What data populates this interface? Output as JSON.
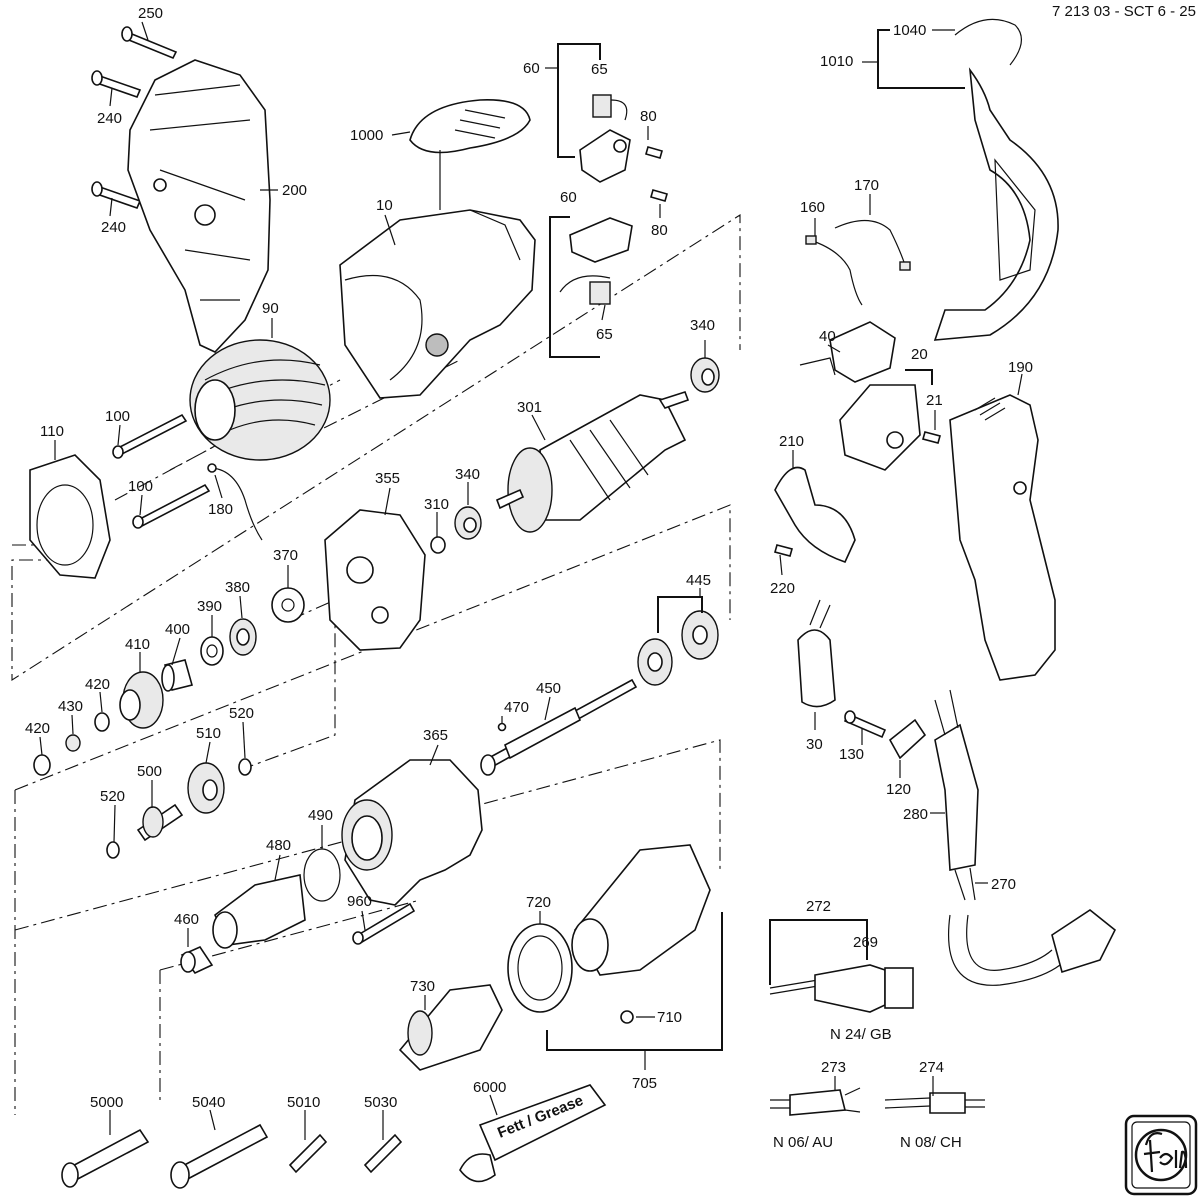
{
  "drawing_number": "7 213 03 - SCT 6 - 25",
  "brand_logo": "fein-logo",
  "tube_label": "Fett / Grease",
  "plug_variants": {
    "gb": "N 24/ GB",
    "au": "N 06/ AU",
    "ch": "N 08/ CH"
  },
  "part_numbers": {
    "p250": "250",
    "p240a": "240",
    "p240b": "240",
    "p200": "200",
    "p1000": "1000",
    "p10": "10",
    "p60a": "60",
    "p65a": "65",
    "p80a": "80",
    "p80b": "80",
    "p60b": "60",
    "p65b": "65",
    "p1040": "1040",
    "p1010": "1010",
    "p160": "160",
    "p170": "170",
    "p40": "40",
    "p20": "20",
    "p21": "21",
    "p190": "190",
    "p210": "210",
    "p220": "220",
    "p90": "90",
    "p100a": "100",
    "p100b": "100",
    "p110": "110",
    "p180": "180",
    "p340a": "340",
    "p301": "301",
    "p340b": "340",
    "p355": "355",
    "p310": "310",
    "p370": "370",
    "p380": "380",
    "p390": "390",
    "p400": "400",
    "p410": "410",
    "p420a": "420",
    "p430": "430",
    "p420b": "420",
    "p445": "445",
    "p450": "450",
    "p470": "470",
    "p520a": "520",
    "p510": "510",
    "p500": "500",
    "p520b": "520",
    "p365": "365",
    "p490": "490",
    "p480": "480",
    "p960": "960",
    "p460": "460",
    "p720": "720",
    "p730": "730",
    "p710": "710",
    "p705": "705",
    "p30": "30",
    "p130": "130",
    "p120": "120",
    "p280": "280",
    "p270": "270",
    "p272": "272",
    "p269": "269",
    "p273": "273",
    "p274": "274",
    "p5000": "5000",
    "p5040": "5040",
    "p5010": "5010",
    "p5030": "5030",
    "p6000": "6000"
  }
}
